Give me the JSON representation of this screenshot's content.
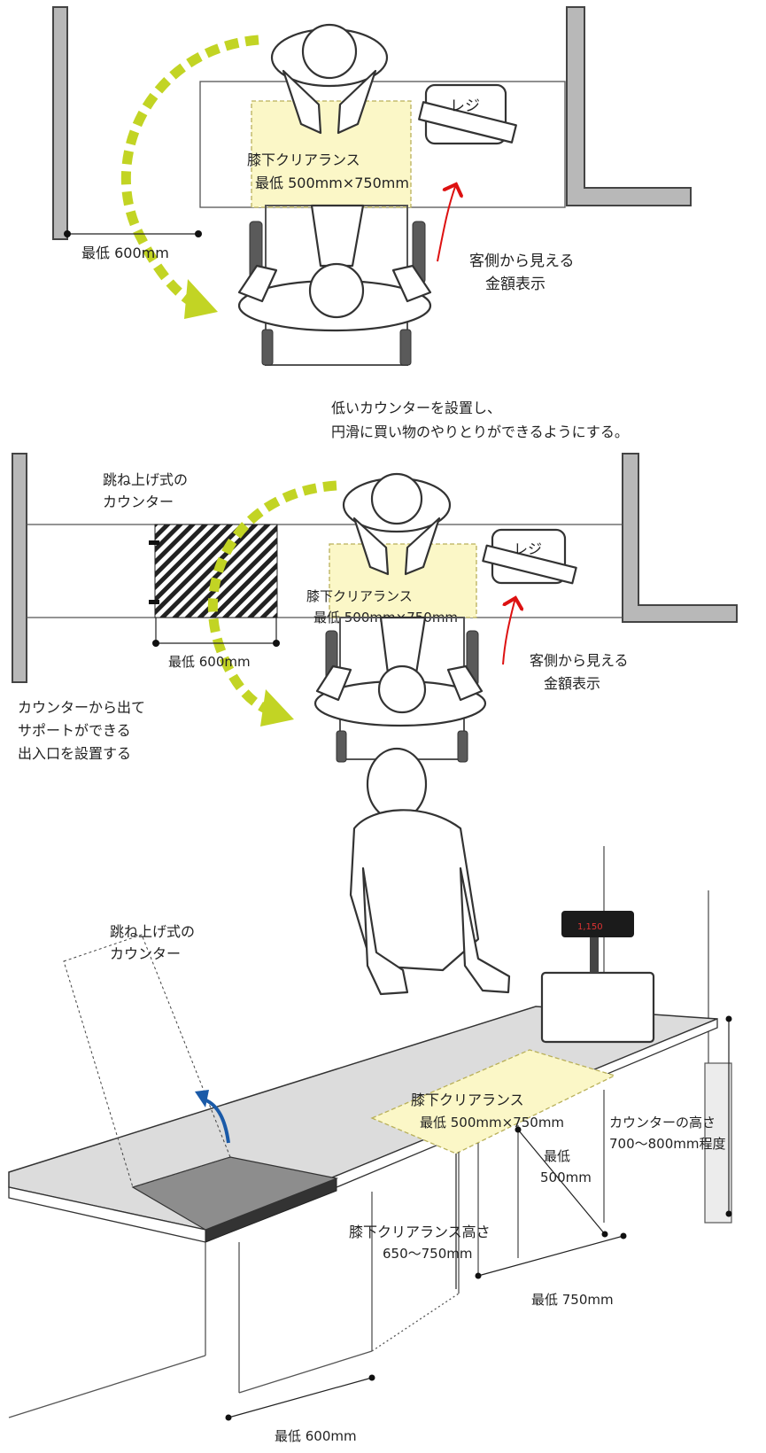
{
  "plan_top": {
    "register_label": "レジ",
    "clearance_line1": "膝下クリアランス",
    "clearance_line2": "最低 500mm×750mm",
    "aisle_label": "最低 600mm",
    "price_display_line1": "客側から見える",
    "price_display_line2": "金額表示"
  },
  "caption": {
    "line1": "低いカウンターを設置し、",
    "line2": "円滑に買い物のやりとりができるようにする。"
  },
  "plan_middle": {
    "flip_counter_line1": "跳ね上げ式の",
    "flip_counter_line2": "カウンター",
    "register_label": "レジ",
    "clearance_line1": "膝下クリアランス",
    "clearance_line2": "最低 500mm×750mm",
    "gap_label": "最低 600mm",
    "price_display_line1": "客側から見える",
    "price_display_line2": "金額表示",
    "exit_line1": "カウンターから出て",
    "exit_line2": "サポートができる",
    "exit_line3": "出入口を設置する"
  },
  "perspective": {
    "flip_counter_line1": "跳ね上げ式の",
    "flip_counter_line2": "カウンター",
    "display_value": "1,150",
    "clearance_line1": "膝下クリアランス",
    "clearance_line2": "最低 500mm×750mm",
    "depth_label_line1": "最低",
    "depth_label_line2": "500mm",
    "counter_height_line1": "カウンターの高さ",
    "counter_height_line2": "700〜800mm程度",
    "knee_height_line1": "膝下クリアランス高さ",
    "knee_height_line2": "650〜750mm",
    "width_label": "最低 750mm",
    "opening_label": "最低 600mm"
  },
  "colors": {
    "clearance_fill": "#fbf7c7",
    "arrow_green": "#c2d424",
    "arrow_red": "#d11111",
    "arrow_blue": "#1a5aa8",
    "wall_gray": "#b8b8b8"
  }
}
